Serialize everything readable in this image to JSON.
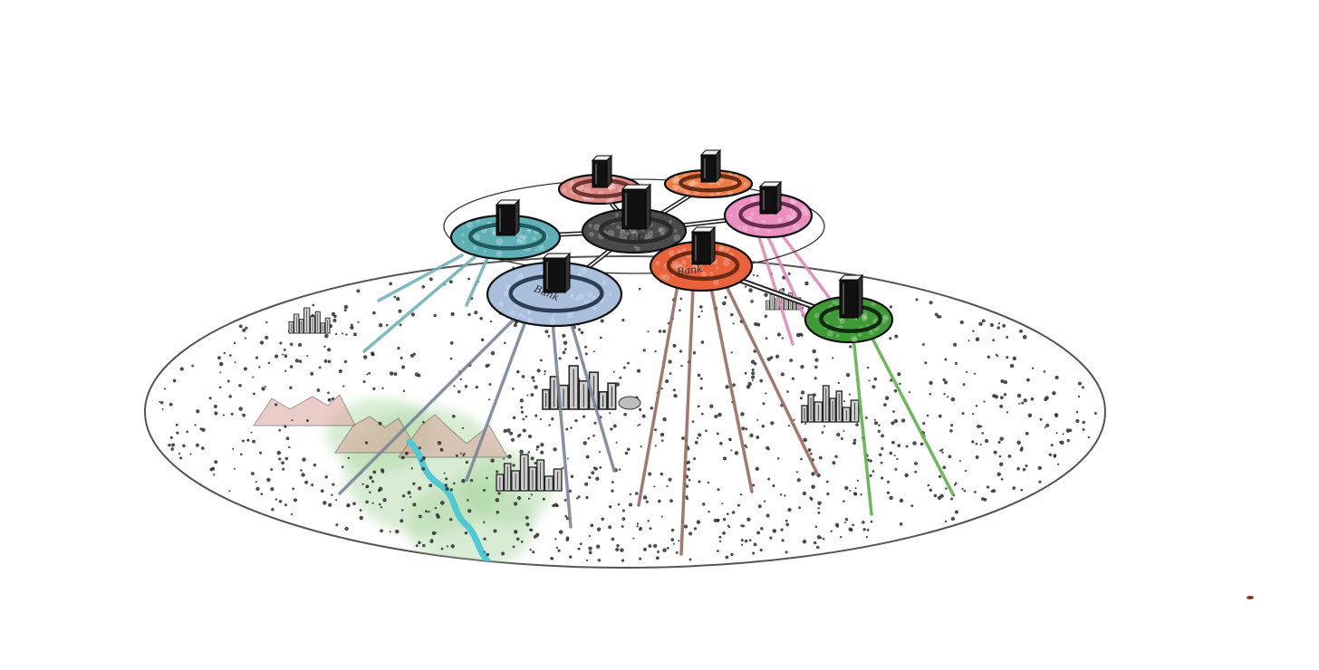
{
  "nodes": [
    {
      "id": "central",
      "label": "CB",
      "color": "#4a4a4a",
      "ring": "#2b2b2b"
    },
    {
      "id": "bank-blue",
      "label": "Bank",
      "color": "#a9bfdc",
      "ring": "#2c3e55"
    },
    {
      "id": "bank-orange",
      "label": "Bank",
      "color": "#e8623c",
      "ring": "#6e2a14"
    },
    {
      "id": "teal",
      "label": "",
      "color": "#5fb0b5",
      "ring": "#1f5a5e"
    },
    {
      "id": "salmon",
      "label": "",
      "color": "#e08a86",
      "ring": "#6e3533"
    },
    {
      "id": "orange-top",
      "label": "",
      "color": "#ee7a45",
      "ring": "#6a2c12"
    },
    {
      "id": "pink",
      "label": "",
      "color": "#ea8fc0",
      "ring": "#6a2d52"
    },
    {
      "id": "green",
      "label": "",
      "color": "#3f9a35",
      "ring": "#0f2a0c"
    }
  ],
  "colors": {
    "teal_rays": "#6fb3ba",
    "blue_rays": "#7a8799",
    "orange_rays": "#9a6a60",
    "pink_rays": "#e08ab8",
    "green_rays": "#5fb04a",
    "river": "#4fc9d4",
    "mountains": "#d9a49c",
    "foliage": "#a9d6a0"
  },
  "icons": {
    "node": "server-tower-icon",
    "city": "city-skyline-icon",
    "terrain": "mountain-icon",
    "water": "river-icon",
    "population": "population-dots-icon"
  }
}
